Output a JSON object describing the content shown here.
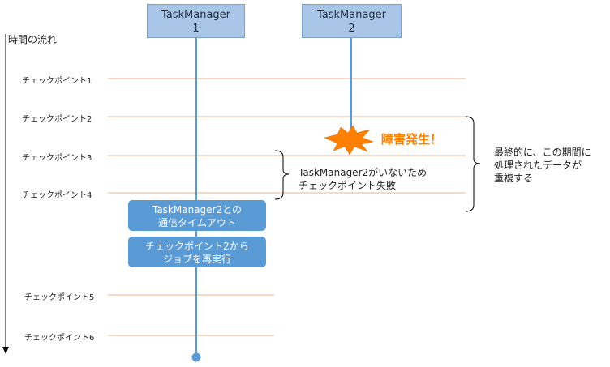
{
  "time_axis_label": "時間の流れ",
  "task_managers": [
    {
      "line1": "TaskManager",
      "line2": "1"
    },
    {
      "line1": "TaskManager",
      "line2": "2"
    }
  ],
  "checkpoints": [
    "チェックポイント1",
    "チェックポイント2",
    "チェックポイント3",
    "チェックポイント4",
    "チェックポイント5",
    "チェックポイント6"
  ],
  "failure_label": "障害発生！",
  "failure_note": {
    "line1": "TaskManager2がいないため",
    "line2": "チェックポイント失敗"
  },
  "duplicate_note": {
    "line1": "最終的に、この期間に",
    "line2": "処理されたデータが",
    "line3": "重複する"
  },
  "timeout_box": {
    "line1": "TaskManager2との",
    "line2": "通信タイムアウト"
  },
  "rerun_box": {
    "line1": "チェックポイント2から",
    "line2": "ジョブを再実行"
  },
  "colors": {
    "checkpoint_line": "#f4b183",
    "lifeline": "#5b9bd5",
    "box": "#a9c6e8",
    "failure": "#ff7f00"
  }
}
